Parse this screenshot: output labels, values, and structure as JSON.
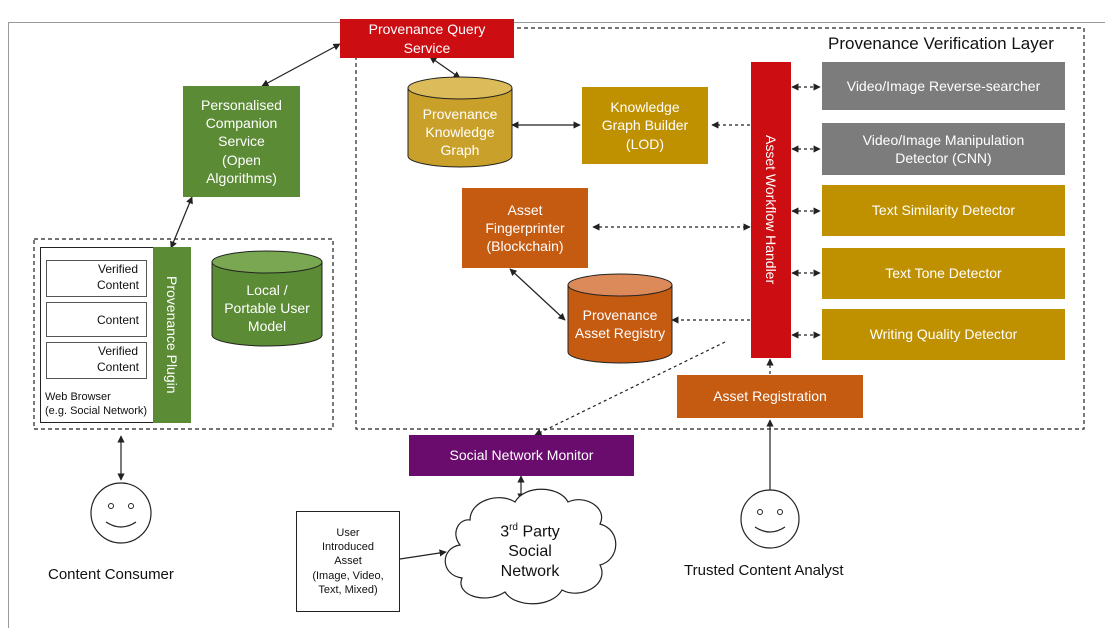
{
  "layer_title": "Provenance Verification Layer",
  "nodes": {
    "query_service": "Provenance Query\nService",
    "companion": "Personalised\nCompanion\nService\n(Open\nAlgorithms)",
    "knowledge_graph": "Provenance\nKnowledge\nGraph",
    "graph_builder": "Knowledge\nGraph Builder\n(LOD)",
    "fingerprinter": "Asset\nFingerprinter\n(Blockchain)",
    "asset_registry": "Provenance\nAsset Registry",
    "workflow_handler": "Asset Workflow Handler",
    "reverse_searcher": "Video/Image Reverse-searcher",
    "manipulation_detector": "Video/Image Manipulation\nDetector (CNN)",
    "text_similarity": "Text Similarity Detector",
    "text_tone": "Text Tone Detector",
    "writing_quality": "Writing Quality Detector",
    "asset_registration": "Asset Registration",
    "social_monitor": "Social Network Monitor",
    "user_model": "Local /\nPortable User\nModel",
    "plugin": "Provenance Plugin",
    "social_network_line1": "3",
    "social_network_sup": "rd",
    "social_network_line1b": " Party",
    "social_network_rest": "Social\nNetwork",
    "user_asset": "User\nIntroduced\nAsset\n(Image, Video,\nText, Mixed)"
  },
  "browser": {
    "caption": "Web Browser\n(e.g. Social Network)",
    "cards": [
      {
        "label": "Verified\nContent",
        "verified": true
      },
      {
        "label": "Content",
        "verified": false
      },
      {
        "label": "Verified\nContent",
        "verified": true
      }
    ]
  },
  "actors": {
    "consumer": "Content Consumer",
    "analyst": "Trusted Content Analyst"
  },
  "colors": {
    "green": "#5b8b35",
    "red": "#cc0d12",
    "gold": "#bf9000",
    "orange": "#c55a11",
    "gray": "#7c7c7c",
    "purple": "#6a0b6e",
    "cylinder_gold": "#c9a02a",
    "cylinder_orange": "#c55a11"
  }
}
